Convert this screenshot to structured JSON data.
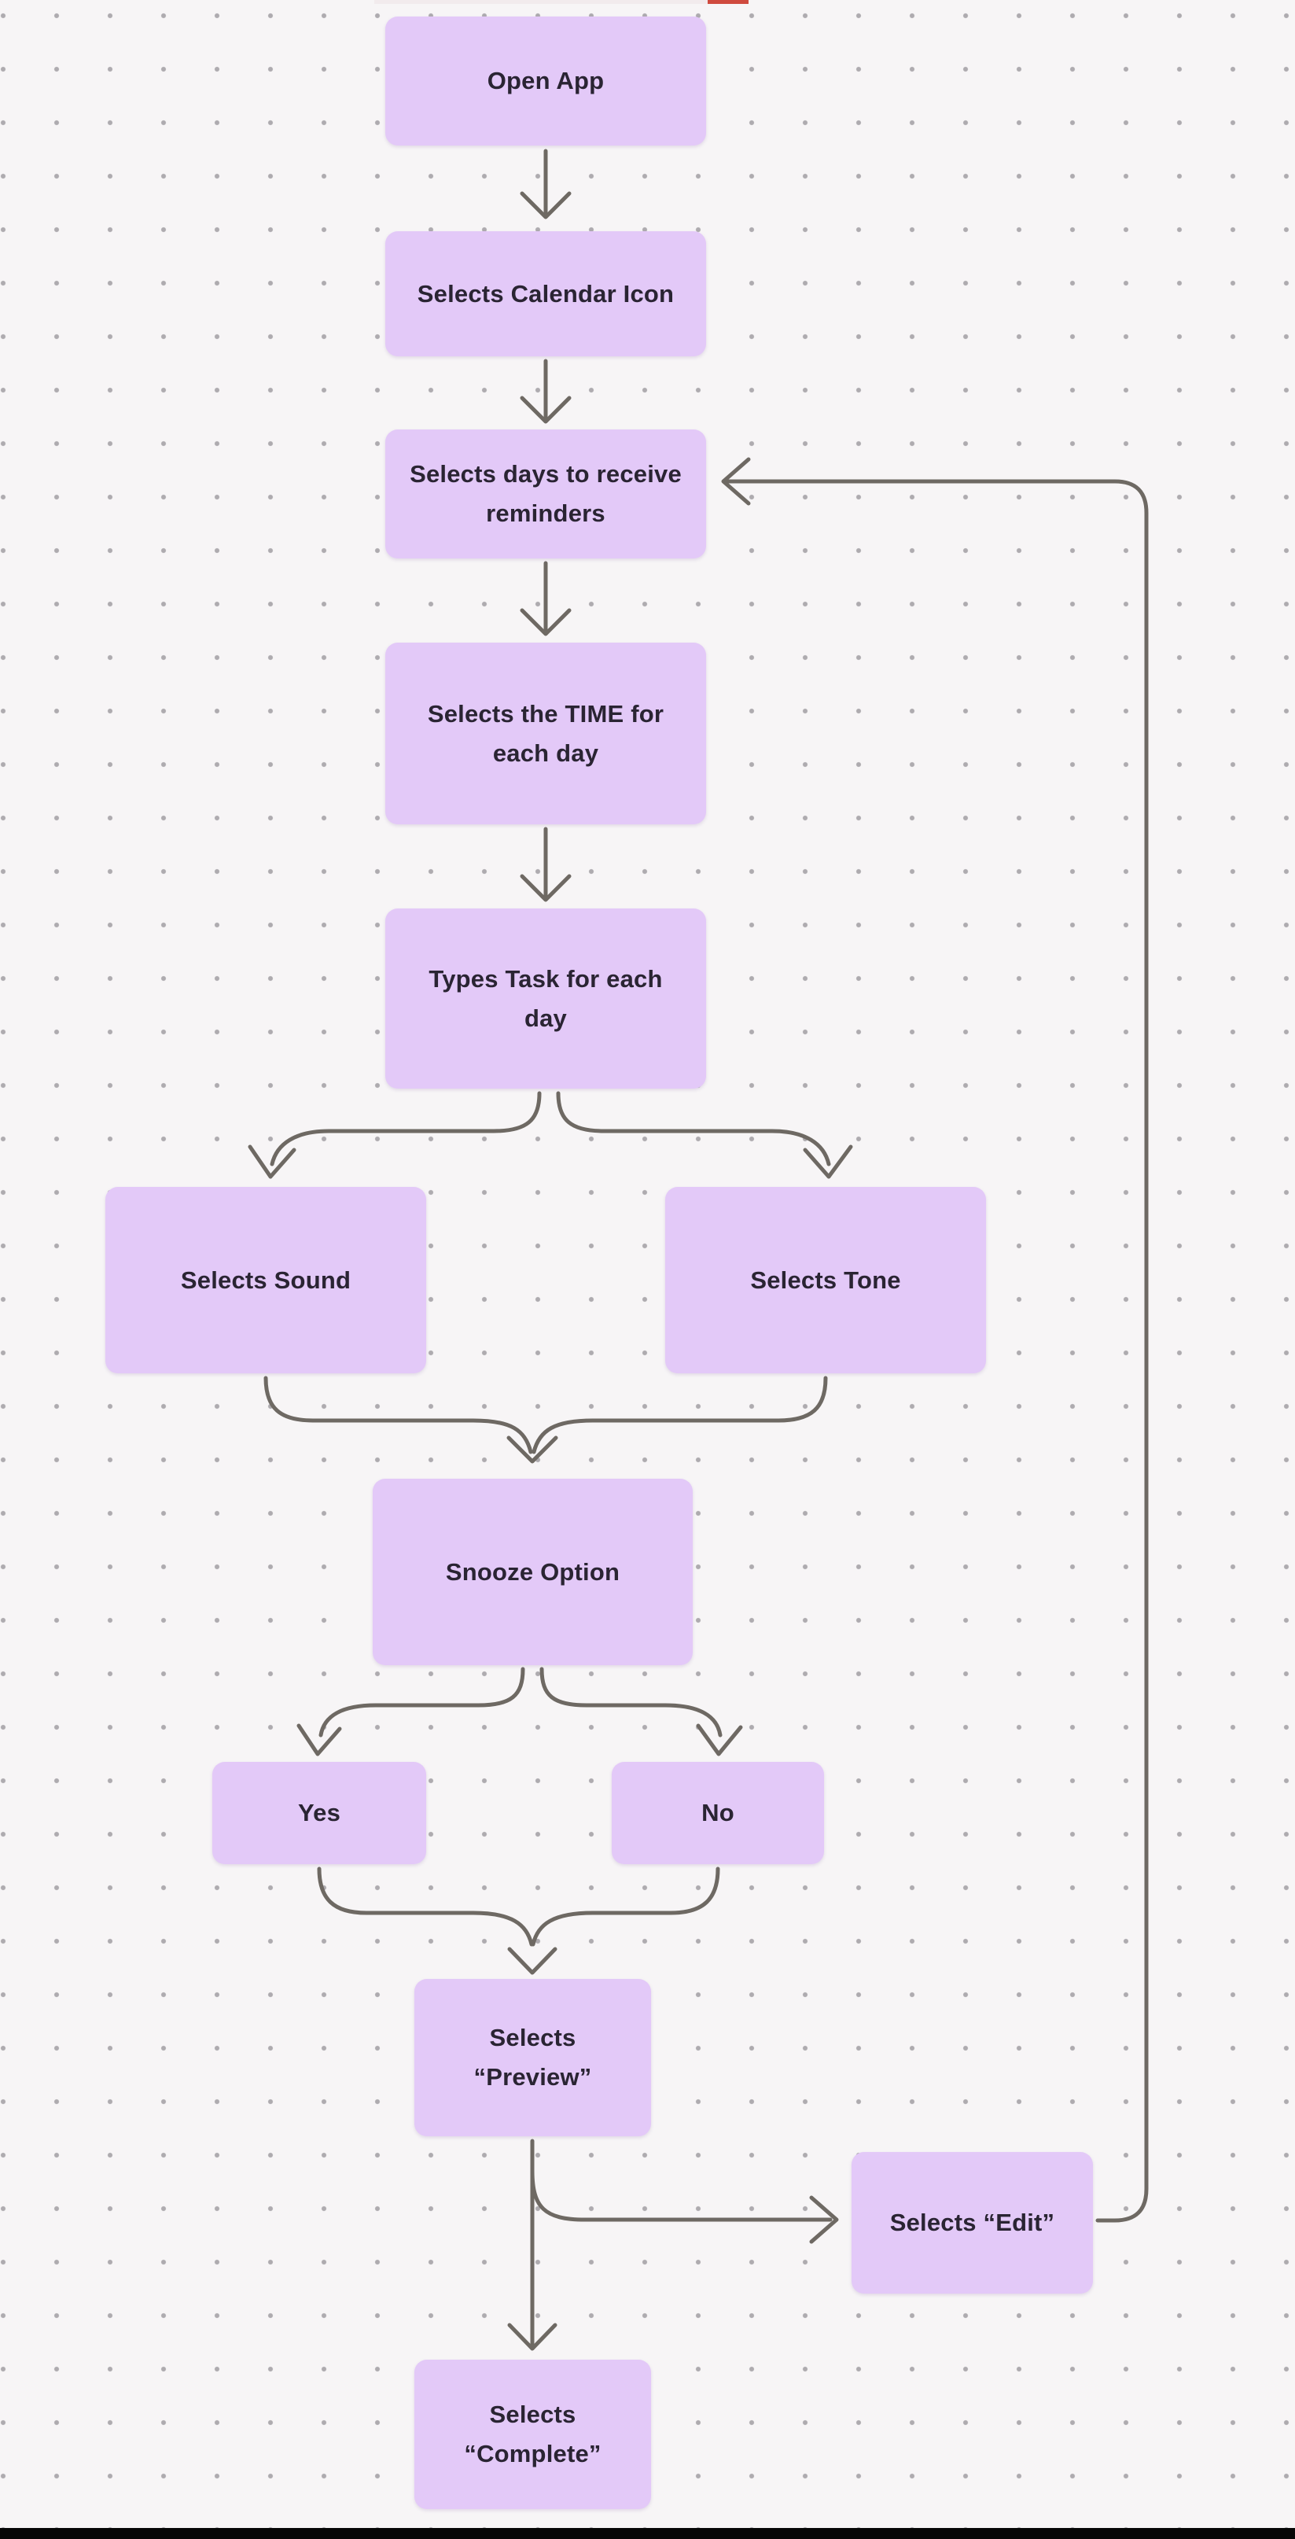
{
  "diagram": {
    "type": "flowchart",
    "nodes": [
      {
        "id": "open-app",
        "label": "Open App",
        "lines": [
          "Open App"
        ]
      },
      {
        "id": "calendar",
        "label": "Selects Calendar Icon",
        "lines": [
          "Selects Calendar Icon"
        ]
      },
      {
        "id": "days",
        "label": "Selects days to receive reminders",
        "lines": [
          "Selects days to receive",
          "reminders"
        ]
      },
      {
        "id": "time",
        "label": "Selects the TIME for each day",
        "lines": [
          "Selects the TIME for",
          "each day"
        ]
      },
      {
        "id": "task",
        "label": "Types Task for each day",
        "lines": [
          "Types Task for each",
          "day"
        ]
      },
      {
        "id": "sound",
        "label": "Selects Sound",
        "lines": [
          "Selects Sound"
        ]
      },
      {
        "id": "tone",
        "label": "Selects Tone",
        "lines": [
          "Selects Tone"
        ]
      },
      {
        "id": "snooze",
        "label": "Snooze Option",
        "lines": [
          "Snooze Option"
        ]
      },
      {
        "id": "yes",
        "label": "Yes",
        "lines": [
          "Yes"
        ]
      },
      {
        "id": "no",
        "label": "No",
        "lines": [
          "No"
        ]
      },
      {
        "id": "preview",
        "label": "Selects “Preview”",
        "lines": [
          "Selects",
          "“Preview”"
        ]
      },
      {
        "id": "edit",
        "label": "Selects “Edit”",
        "lines": [
          "Selects “Edit”"
        ]
      },
      {
        "id": "complete",
        "label": "Selects “Complete”",
        "lines": [
          "Selects",
          "“Complete”"
        ]
      }
    ],
    "edges": [
      {
        "from": "open-app",
        "to": "calendar"
      },
      {
        "from": "calendar",
        "to": "days"
      },
      {
        "from": "days",
        "to": "time"
      },
      {
        "from": "time",
        "to": "task"
      },
      {
        "from": "task",
        "to": "sound"
      },
      {
        "from": "task",
        "to": "tone"
      },
      {
        "from": "sound",
        "to": "snooze"
      },
      {
        "from": "tone",
        "to": "snooze"
      },
      {
        "from": "snooze",
        "to": "yes"
      },
      {
        "from": "snooze",
        "to": "no"
      },
      {
        "from": "yes",
        "to": "preview"
      },
      {
        "from": "no",
        "to": "preview"
      },
      {
        "from": "preview",
        "to": "edit"
      },
      {
        "from": "preview",
        "to": "complete"
      },
      {
        "from": "edit",
        "to": "days",
        "note": "loop back"
      }
    ],
    "colors": {
      "node_fill": "#e3c9f8",
      "node_text": "#2a2433",
      "connector": "#6e6963",
      "canvas_background": "#f7f5f6",
      "grid_dot": "#aeabaf",
      "bottom_bar": "#060606",
      "top_strip_accent": "#cf4a3e"
    }
  }
}
